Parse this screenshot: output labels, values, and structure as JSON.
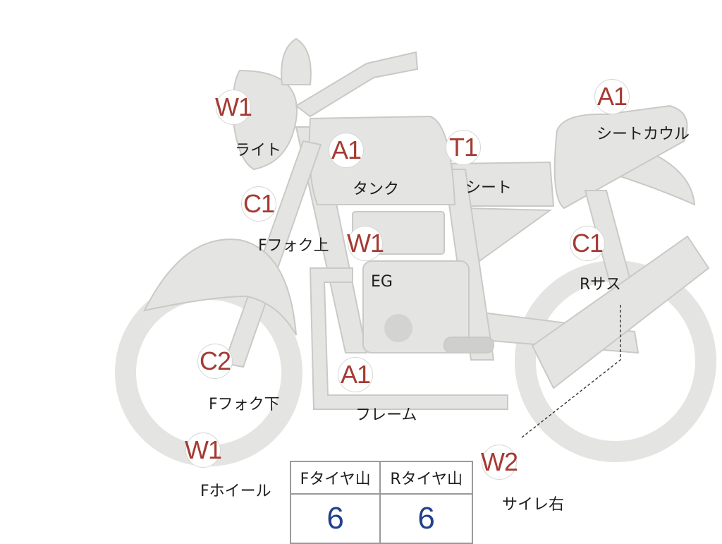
{
  "colors": {
    "body_fill": "#e4e4e2",
    "body_stroke": "#c9c9c6",
    "marker_text": "#a53a33",
    "label_text": "#1e1e1e",
    "table_value": "#23408e"
  },
  "markers": [
    {
      "code": "W1",
      "label": "ライト"
    },
    {
      "code": "C1",
      "label": "Fフォク上"
    },
    {
      "code": "C2",
      "label": "Fフォク下"
    },
    {
      "code": "W1",
      "label": "Fホイール"
    },
    {
      "code": "A1",
      "label": "タンク"
    },
    {
      "code": "W1",
      "label": "EG"
    },
    {
      "code": "A1",
      "label": "フレーム"
    },
    {
      "code": "T1",
      "label": "シート"
    },
    {
      "code": "A1",
      "label": "シートカウル"
    },
    {
      "code": "C1",
      "label": "Rサス"
    },
    {
      "code": "W2",
      "label": "サイレ右"
    }
  ],
  "tire_table": {
    "headers": [
      "Fタイヤ山",
      "Rタイヤ山"
    ],
    "values": [
      "6",
      "6"
    ]
  }
}
